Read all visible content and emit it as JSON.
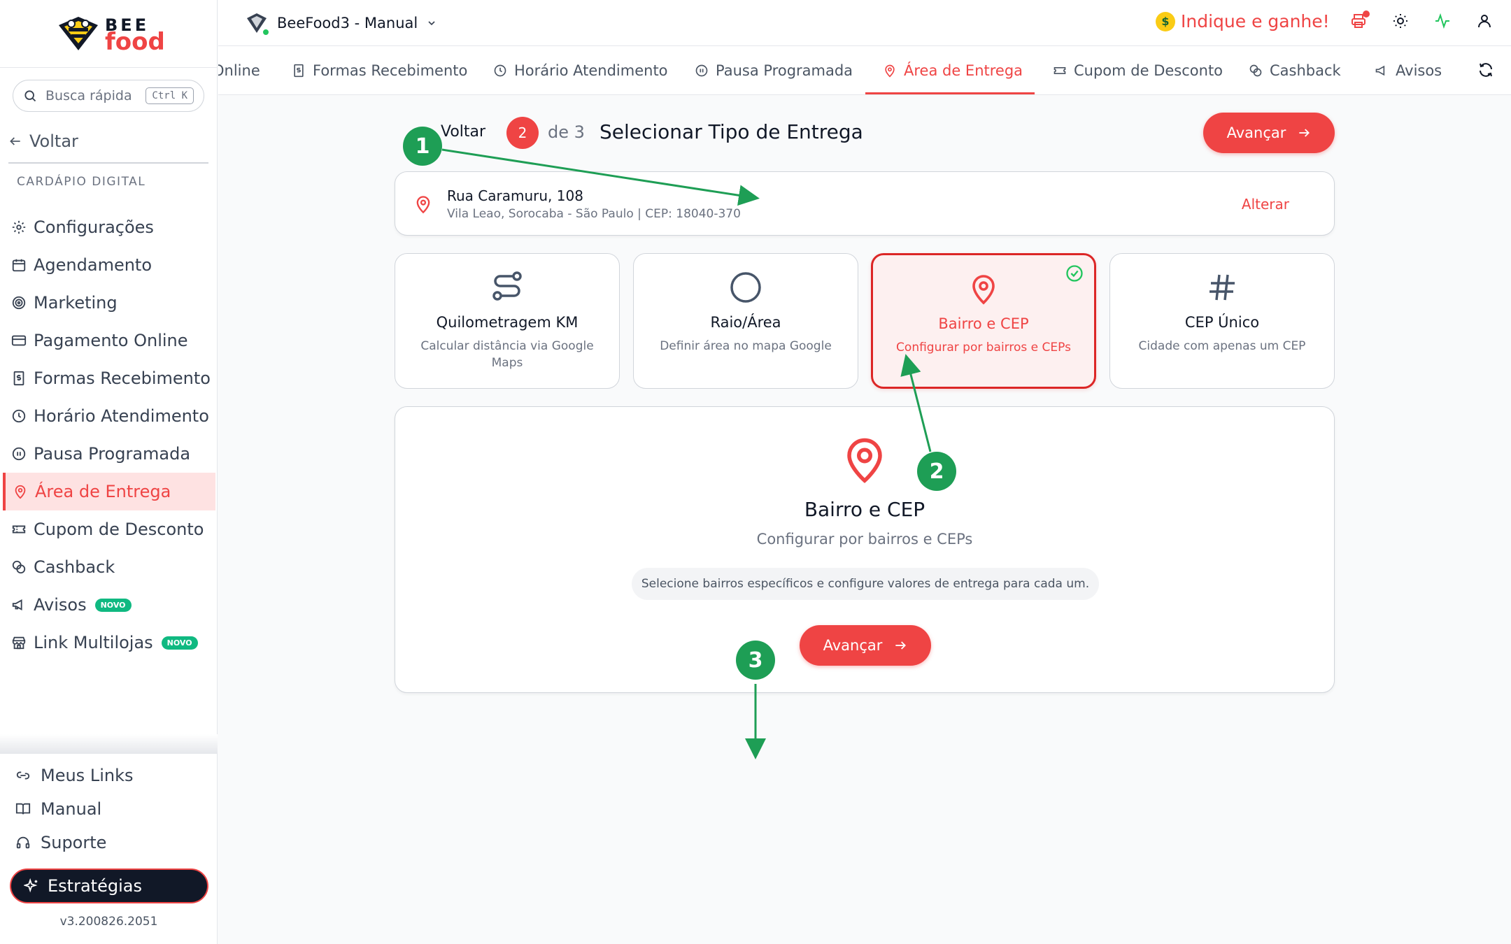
{
  "brand": {
    "top": "BEE",
    "bottom": "food"
  },
  "search": {
    "placeholder": "Busca rápida",
    "shortcut": "Ctrl K"
  },
  "sidebar": {
    "back_label": "Voltar",
    "section_label": "CARDÁPIO DIGITAL",
    "items": [
      {
        "label": "Configurações",
        "icon": "gear-icon"
      },
      {
        "label": "Agendamento",
        "icon": "calendar-icon"
      },
      {
        "label": "Marketing",
        "icon": "target-icon"
      },
      {
        "label": "Pagamento Online",
        "icon": "credit-card-icon"
      },
      {
        "label": "Formas Recebimento",
        "icon": "receipt-icon"
      },
      {
        "label": "Horário Atendimento",
        "icon": "clock-icon"
      },
      {
        "label": "Pausa Programada",
        "icon": "pause-icon"
      },
      {
        "label": "Área de Entrega",
        "icon": "map-pin-icon",
        "active": true
      },
      {
        "label": "Cupom de Desconto",
        "icon": "ticket-icon"
      },
      {
        "label": "Cashback",
        "icon": "coins-icon"
      },
      {
        "label": "Avisos",
        "icon": "megaphone-icon",
        "badge": "NOVO"
      },
      {
        "label": "Link Multilojas",
        "icon": "store-icon",
        "badge": "NOVO"
      }
    ],
    "bottom": [
      {
        "label": "Meus Links",
        "icon": "link-icon"
      },
      {
        "label": "Manual",
        "icon": "book-icon"
      },
      {
        "label": "Suporte",
        "icon": "headset-icon"
      }
    ],
    "strategies_label": "Estratégias",
    "version": "v3.200826.2051"
  },
  "topbar": {
    "store_name": "BeeFood3 - Manual",
    "refer_label": "Indique e ganhe!",
    "icons": [
      "printer-icon",
      "sun-icon",
      "activity-icon",
      "user-icon"
    ]
  },
  "tabs": [
    {
      "label": "Online",
      "icon": ""
    },
    {
      "label": "Formas Recebimento",
      "icon": "receipt-icon"
    },
    {
      "label": "Horário Atendimento",
      "icon": "clock-icon"
    },
    {
      "label": "Pausa Programada",
      "icon": "pause-icon"
    },
    {
      "label": "Área de Entrega",
      "icon": "map-pin-icon",
      "active": true
    },
    {
      "label": "Cupom de Desconto",
      "icon": "ticket-icon"
    },
    {
      "label": "Cashback",
      "icon": "coins-icon"
    },
    {
      "label": "Avisos",
      "icon": "megaphone-icon"
    }
  ],
  "stepper": {
    "back_label": "Voltar",
    "current": "2",
    "of_label": "de 3",
    "title": "Selecionar Tipo de Entrega",
    "advance_label": "Avançar"
  },
  "address": {
    "line1": "Rua Caramuru, 108",
    "line2": "Vila Leao, Sorocaba - São Paulo | CEP: 18040-370",
    "change_label": "Alterar"
  },
  "options": [
    {
      "title": "Quilometragem KM",
      "desc": "Calcular distância via Google Maps",
      "icon": "route-icon"
    },
    {
      "title": "Raio/Área",
      "desc": "Definir área no mapa Google",
      "icon": "circle-icon"
    },
    {
      "title": "Bairro e CEP",
      "desc": "Configurar por bairros e CEPs",
      "icon": "map-pin-icon",
      "selected": true
    },
    {
      "title": "CEP Único",
      "desc": "Cidade com apenas um CEP",
      "icon": "hash-icon"
    }
  ],
  "detail": {
    "title": "Bairro e CEP",
    "subtitle": "Configurar por bairros e CEPs",
    "info": "Selecione bairros específicos e configure valores de entrega para cada um.",
    "advance_label": "Avançar"
  },
  "annotations": [
    "1",
    "2",
    "3"
  ],
  "colors": {
    "accent": "#ef4444",
    "annotation": "#1e9e55",
    "badge": "#10b981"
  }
}
